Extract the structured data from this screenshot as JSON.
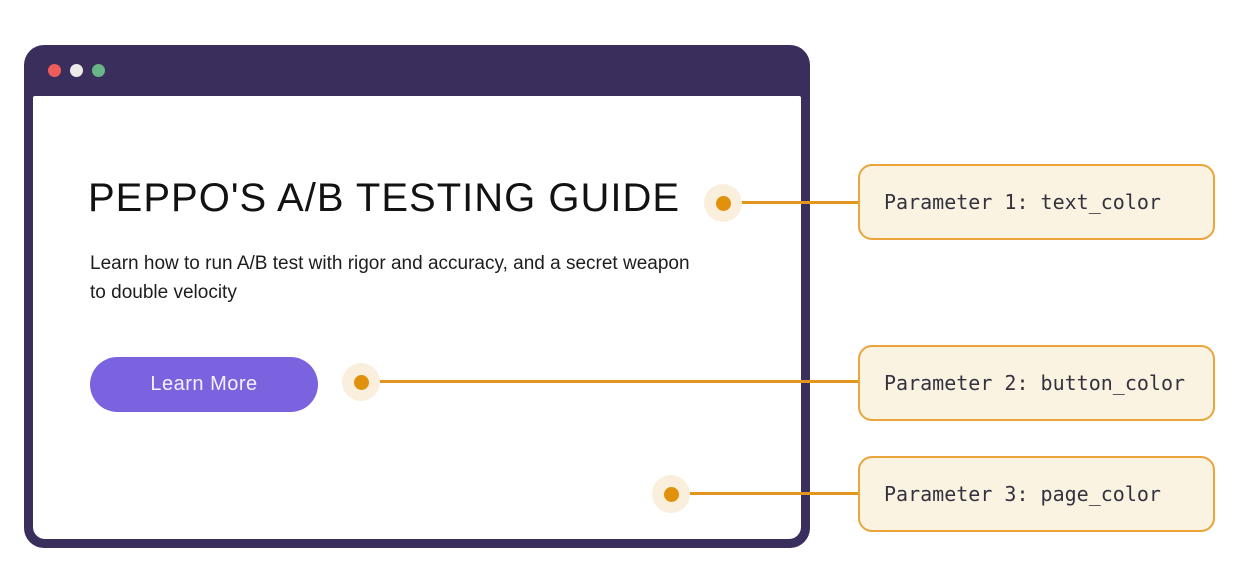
{
  "window": {
    "chrome_color": "#3a2e5c",
    "traffic_lights": [
      {
        "name": "red",
        "color": "#ee5c5c"
      },
      {
        "name": "white",
        "color": "#ebebeb"
      },
      {
        "name": "green",
        "color": "#68b588"
      }
    ]
  },
  "page": {
    "title": "PEPPO'S A/B TESTING GUIDE",
    "subtitle": "Learn how to run A/B test with rigor and accuracy, and a secret weapon to double velocity",
    "button_label": "Learn More",
    "text_color": "#121212",
    "button_color": "#7b62de",
    "page_color": "#ffffff"
  },
  "annotations": {
    "accent_color": "#e2961e",
    "box_background": "#faf3e2",
    "box_border_color": "#eaa53a",
    "items": [
      {
        "label": "Parameter 1: text_color",
        "target": "title"
      },
      {
        "label": "Parameter 2: button_color",
        "target": "button"
      },
      {
        "label": "Parameter 3: page_color",
        "target": "page"
      }
    ]
  }
}
